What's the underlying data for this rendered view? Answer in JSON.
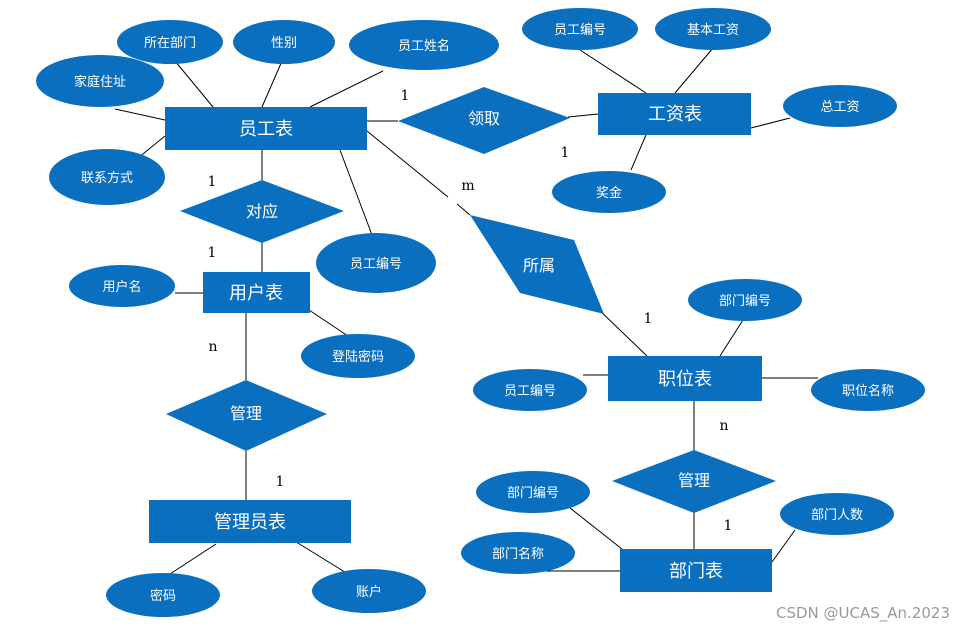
{
  "diagram": {
    "entities": {
      "employee": "员工表",
      "salary": "工资表",
      "user": "用户表",
      "position": "职位表",
      "admin": "管理员表",
      "department": "部门表"
    },
    "relationships": {
      "receive": "领取",
      "correspond": "对应",
      "belong": "所属",
      "manage_admin": "管理",
      "manage_dept": "管理"
    },
    "attributes": {
      "emp_dept": "所在部门",
      "emp_gender": "性别",
      "emp_name": "员工姓名",
      "emp_address": "家庭住址",
      "emp_contact": "联系方式",
      "emp_id": "员工编号",
      "sal_emp_id": "员工编号",
      "sal_base": "基本工资",
      "sal_total": "总工资",
      "sal_bonus": "奖金",
      "user_name": "用户名",
      "user_password": "登陆密码",
      "pos_dept_id": "部门编号",
      "pos_emp_id": "员工编号",
      "pos_name": "职位名称",
      "admin_password": "密码",
      "admin_account": "账户",
      "dept_id": "部门编号",
      "dept_name": "部门名称",
      "dept_count": "部门人数"
    },
    "cardinalities": {
      "emp_receive": "1",
      "sal_receive": "1",
      "emp_correspond": "1",
      "user_correspond": "1",
      "emp_belong": "m",
      "pos_belong": "1",
      "user_manage": "n",
      "admin_manage": "1",
      "pos_manage": "n",
      "dept_manage": "1"
    },
    "watermark": "CSDN @UCAS_An.2023"
  },
  "colors": {
    "shape_fill": "#0B6FBF",
    "line": "#000000",
    "label_text": "#FFFFFF"
  }
}
